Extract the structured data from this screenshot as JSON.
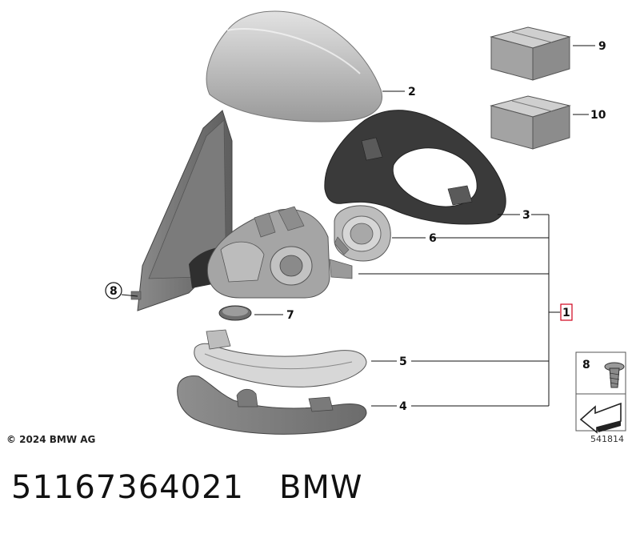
{
  "callouts": {
    "c1": "1",
    "c2": "2",
    "c3": "3",
    "c4": "4",
    "c5": "5",
    "c6": "6",
    "c7": "7",
    "c8": "8",
    "c9": "9",
    "c10": "10"
  },
  "legend": {
    "item_number": "8",
    "ref_number": "541814"
  },
  "copyright": "© 2024 BMW AG",
  "caption": {
    "part_number": "51167364021",
    "brand": "BMW"
  },
  "colors": {
    "cover": "#b8b8b8",
    "frame": "#3d3d3d",
    "highlight": "#d0021b"
  }
}
